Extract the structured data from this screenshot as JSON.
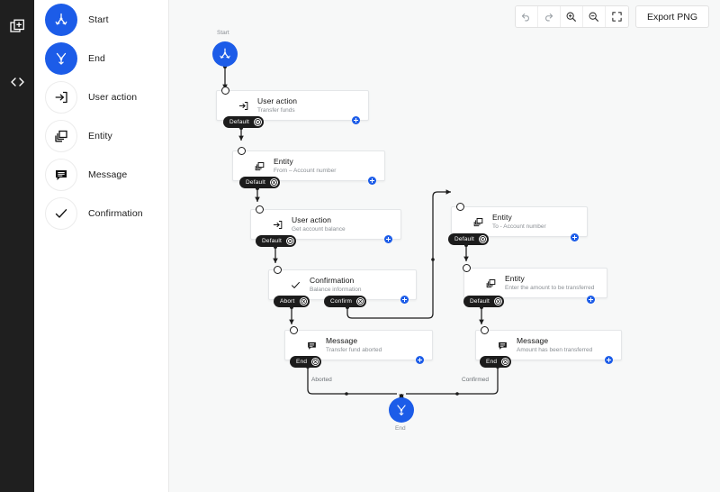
{
  "rail": {
    "items": [
      {
        "name": "add-block-icon",
        "title": "Add block"
      },
      {
        "name": "code-icon",
        "title": "Code"
      }
    ]
  },
  "palette": {
    "items": [
      {
        "label": "Start",
        "icon": "start-icon",
        "style": "blue"
      },
      {
        "label": "End",
        "icon": "end-icon",
        "style": "blue"
      },
      {
        "label": "User action",
        "icon": "user-action-icon",
        "style": "light"
      },
      {
        "label": "Entity",
        "icon": "entity-icon",
        "style": "light"
      },
      {
        "label": "Message",
        "icon": "message-icon",
        "style": "light"
      },
      {
        "label": "Confirmation",
        "icon": "confirmation-icon",
        "style": "light"
      }
    ]
  },
  "toolbar": {
    "undo_title": "Undo",
    "redo_title": "Redo",
    "zoom_in_title": "Zoom in",
    "zoom_out_title": "Zoom out",
    "fit_title": "Fit to screen",
    "export_label": "Export PNG"
  },
  "flow": {
    "start": {
      "label": "Start"
    },
    "end": {
      "label": "End"
    },
    "nodes": [
      {
        "id": "n1",
        "title": "User action",
        "subtitle": "Transfer funds",
        "icon": "user-action-icon",
        "pills": [
          "Default"
        ]
      },
      {
        "id": "n2",
        "title": "Entity",
        "subtitle": "From – Account number",
        "icon": "entity-icon",
        "pills": [
          "Default"
        ]
      },
      {
        "id": "n3",
        "title": "User action",
        "subtitle": "Get account balance",
        "icon": "user-action-icon",
        "pills": [
          "Default"
        ]
      },
      {
        "id": "n4",
        "title": "Confirmation",
        "subtitle": "Balance information",
        "icon": "confirmation-icon",
        "pills": [
          "Abort",
          "Confirm"
        ]
      },
      {
        "id": "n5",
        "title": "Entity",
        "subtitle": "To - Account number",
        "icon": "entity-icon",
        "pills": [
          "Default"
        ]
      },
      {
        "id": "n6",
        "title": "Entity",
        "subtitle": "Enter the amount to be transferred",
        "icon": "entity-icon",
        "pills": [
          "Default"
        ]
      },
      {
        "id": "n7",
        "title": "Message",
        "subtitle": "Transfer fund aborted",
        "icon": "message-icon",
        "pills": [
          "End"
        ]
      },
      {
        "id": "n8",
        "title": "Message",
        "subtitle": "Amount has been transferred",
        "icon": "message-icon",
        "pills": [
          "End"
        ]
      }
    ],
    "edge_labels": [
      {
        "id": "e-aborted",
        "label": "Aborted"
      },
      {
        "id": "e-confirmed",
        "label": "Confirmed"
      }
    ]
  },
  "colors": {
    "accent": "#1c5ce8",
    "rail": "#1f1f1f",
    "canvas": "#f7f8f8",
    "pill": "#1c1c1c",
    "card_border": "#e4e6e8",
    "muted_text": "#8a8f94"
  }
}
